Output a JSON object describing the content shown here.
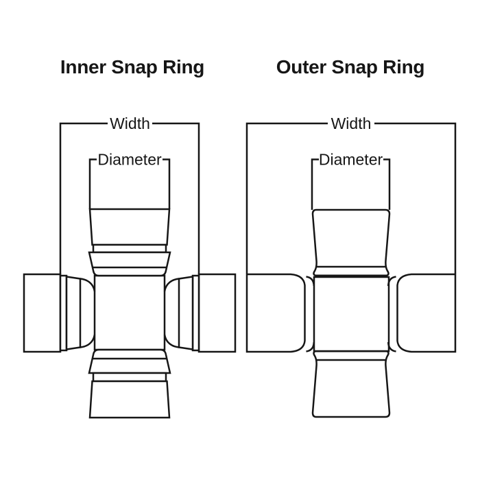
{
  "canvas": {
    "background": "#ffffff",
    "ink": "#161616"
  },
  "figures": [
    {
      "title": "Inner Snap Ring",
      "width_label": "Width",
      "diameter_label": "Diameter"
    },
    {
      "title": "Outer Snap Ring",
      "width_label": "Width",
      "diameter_label": "Diameter"
    }
  ]
}
